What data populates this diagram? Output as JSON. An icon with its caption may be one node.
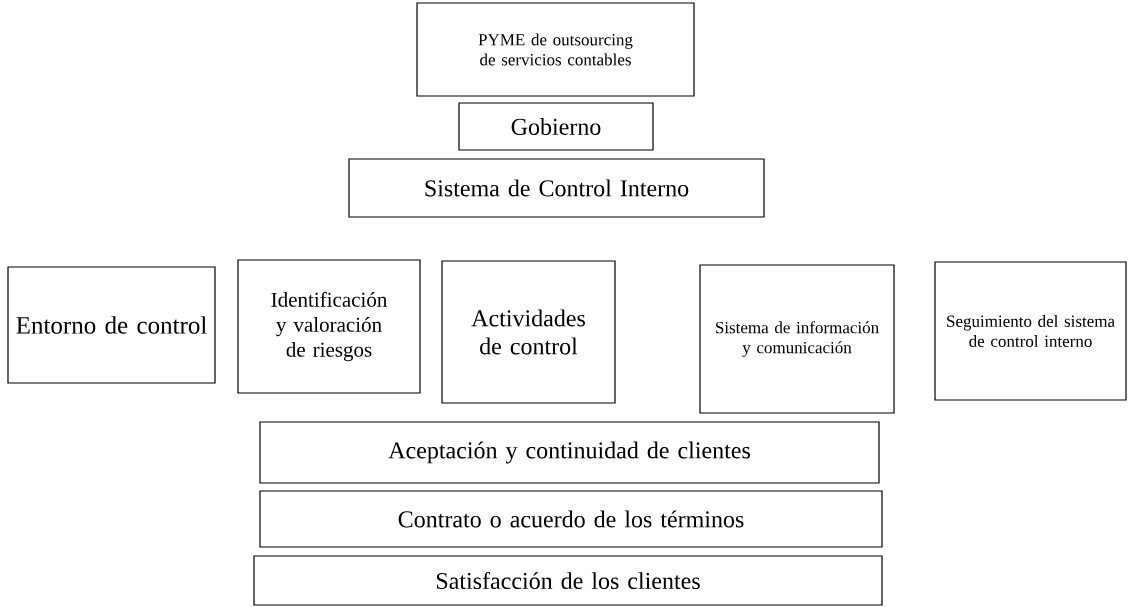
{
  "diagram": {
    "nodes": [
      {
        "text": [
          "PYME de outsourcing de servicios contables"
        ]
      },
      {
        "text": [
          "Gobierno"
        ]
      },
      {
        "text": [
          "Sistema de Control Interno"
        ]
      },
      {
        "text": [
          "Entorno de control"
        ]
      },
      {
        "text": [
          "Identificación y valoración de riesgos"
        ]
      },
      {
        "text": [
          "Actividades de control"
        ]
      },
      {
        "text": [
          "Sistema de información y comunicación"
        ]
      },
      {
        "text": [
          "Seguimiento del sistema de control interno"
        ]
      },
      {
        "text": [
          "Aceptación y continuidad de clientes"
        ]
      },
      {
        "text": [
          "Contrato o acuerdo de los términos"
        ]
      },
      {
        "text": [
          "Satisfacción de los clientes"
        ]
      }
    ]
  }
}
